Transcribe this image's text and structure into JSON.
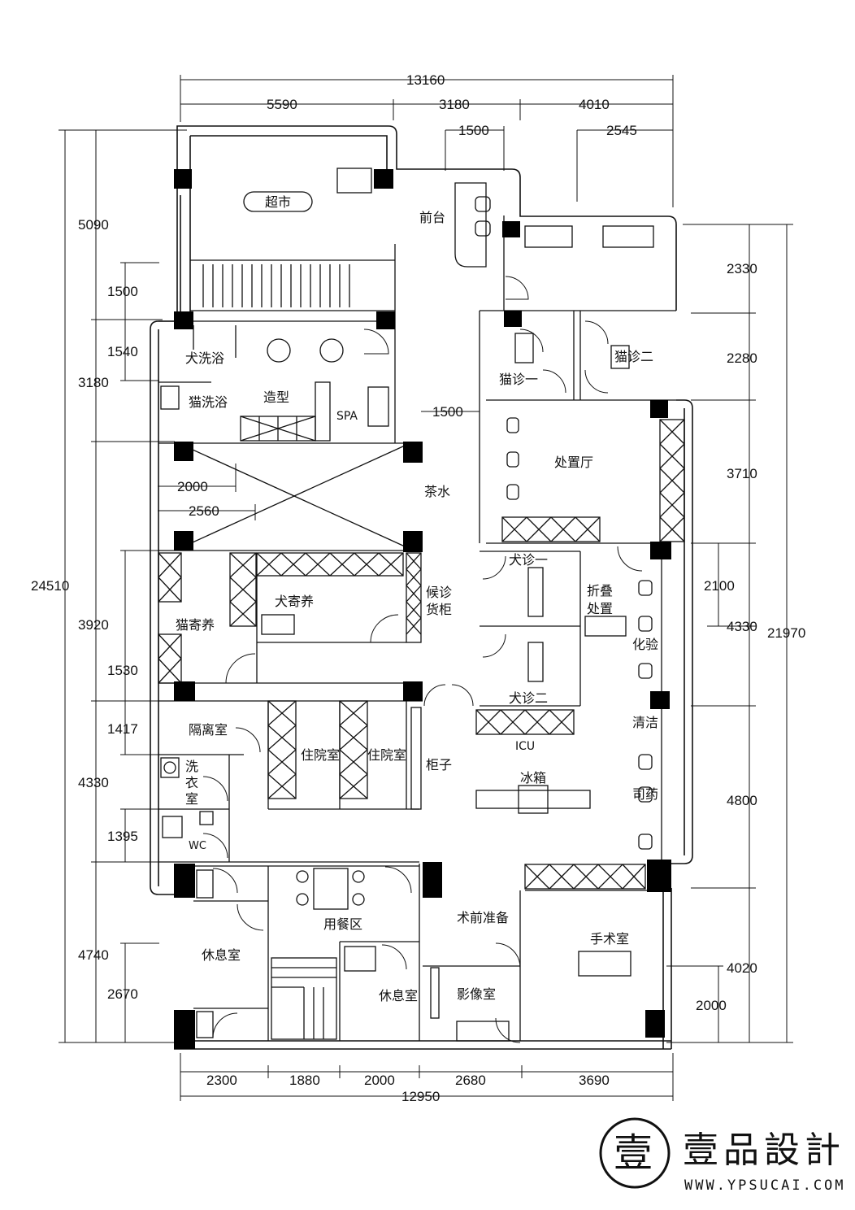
{
  "rooms": {
    "supermarket": "超市",
    "reception": "前台",
    "dog_bath": "犬洗浴",
    "cat_bath": "猫洗浴",
    "styling": "造型",
    "spa": "SPA",
    "cat_clinic_1": "猫诊一",
    "cat_clinic_2": "猫诊二",
    "treatment_hall": "处置厅",
    "tea": "茶水",
    "dog_boarding": "犬寄养",
    "cat_boarding": "猫寄养",
    "waiting_cabinet_1": "候诊",
    "waiting_cabinet_2": "货柜",
    "dog_clinic_1": "犬诊一",
    "dog_clinic_2": "犬诊二",
    "folding_1": "折叠",
    "folding_2": "处置",
    "lab": "化验",
    "isolation": "隔离室",
    "laundry_1": "洗",
    "laundry_2": "衣",
    "laundry_3": "室",
    "wc": "WC",
    "ward_1": "住院室",
    "ward_2": "住院室",
    "cabinet": "柜子",
    "icu": "ICU",
    "fridge": "冰箱",
    "cleaning": "清洁",
    "pharmacy": "司药",
    "rest_room_1": "休息室",
    "dining": "用餐区",
    "pre_op": "术前准备",
    "operating_room": "手术室",
    "rest_room_2": "休息室",
    "imaging": "影像室"
  },
  "dimensions": {
    "top_total": "13160",
    "top_1": "5590",
    "top_2": "3180",
    "top_3": "4010",
    "top_sub_1": "1500",
    "top_sub_2": "2545",
    "left_total": "24510",
    "left_1": "5090",
    "left_1a": "1500",
    "left_2": "3180",
    "left_2a": "1540",
    "left_3": "3920",
    "left_3a": "1530",
    "left_4": "4330",
    "left_4a": "1417",
    "left_4b": "1395",
    "left_5": "4740",
    "left_5a": "2670",
    "right_total": "21970",
    "right_1": "2330",
    "right_2": "2280",
    "right_3": "3710",
    "right_4": "4330",
    "right_4a": "2100",
    "right_5": "4800",
    "right_6": "4020",
    "right_6a": "2000",
    "bottom_total": "12950",
    "bottom_1": "2300",
    "bottom_2": "1880",
    "bottom_3": "2000",
    "bottom_4": "2680",
    "bottom_5": "3690",
    "inner_1500": "1500",
    "inner_2000": "2000",
    "inner_2560": "2560"
  },
  "brand": {
    "name": "壹品設計",
    "website": "WWW.YPSUCAI.COM",
    "logo_char": "壹"
  }
}
